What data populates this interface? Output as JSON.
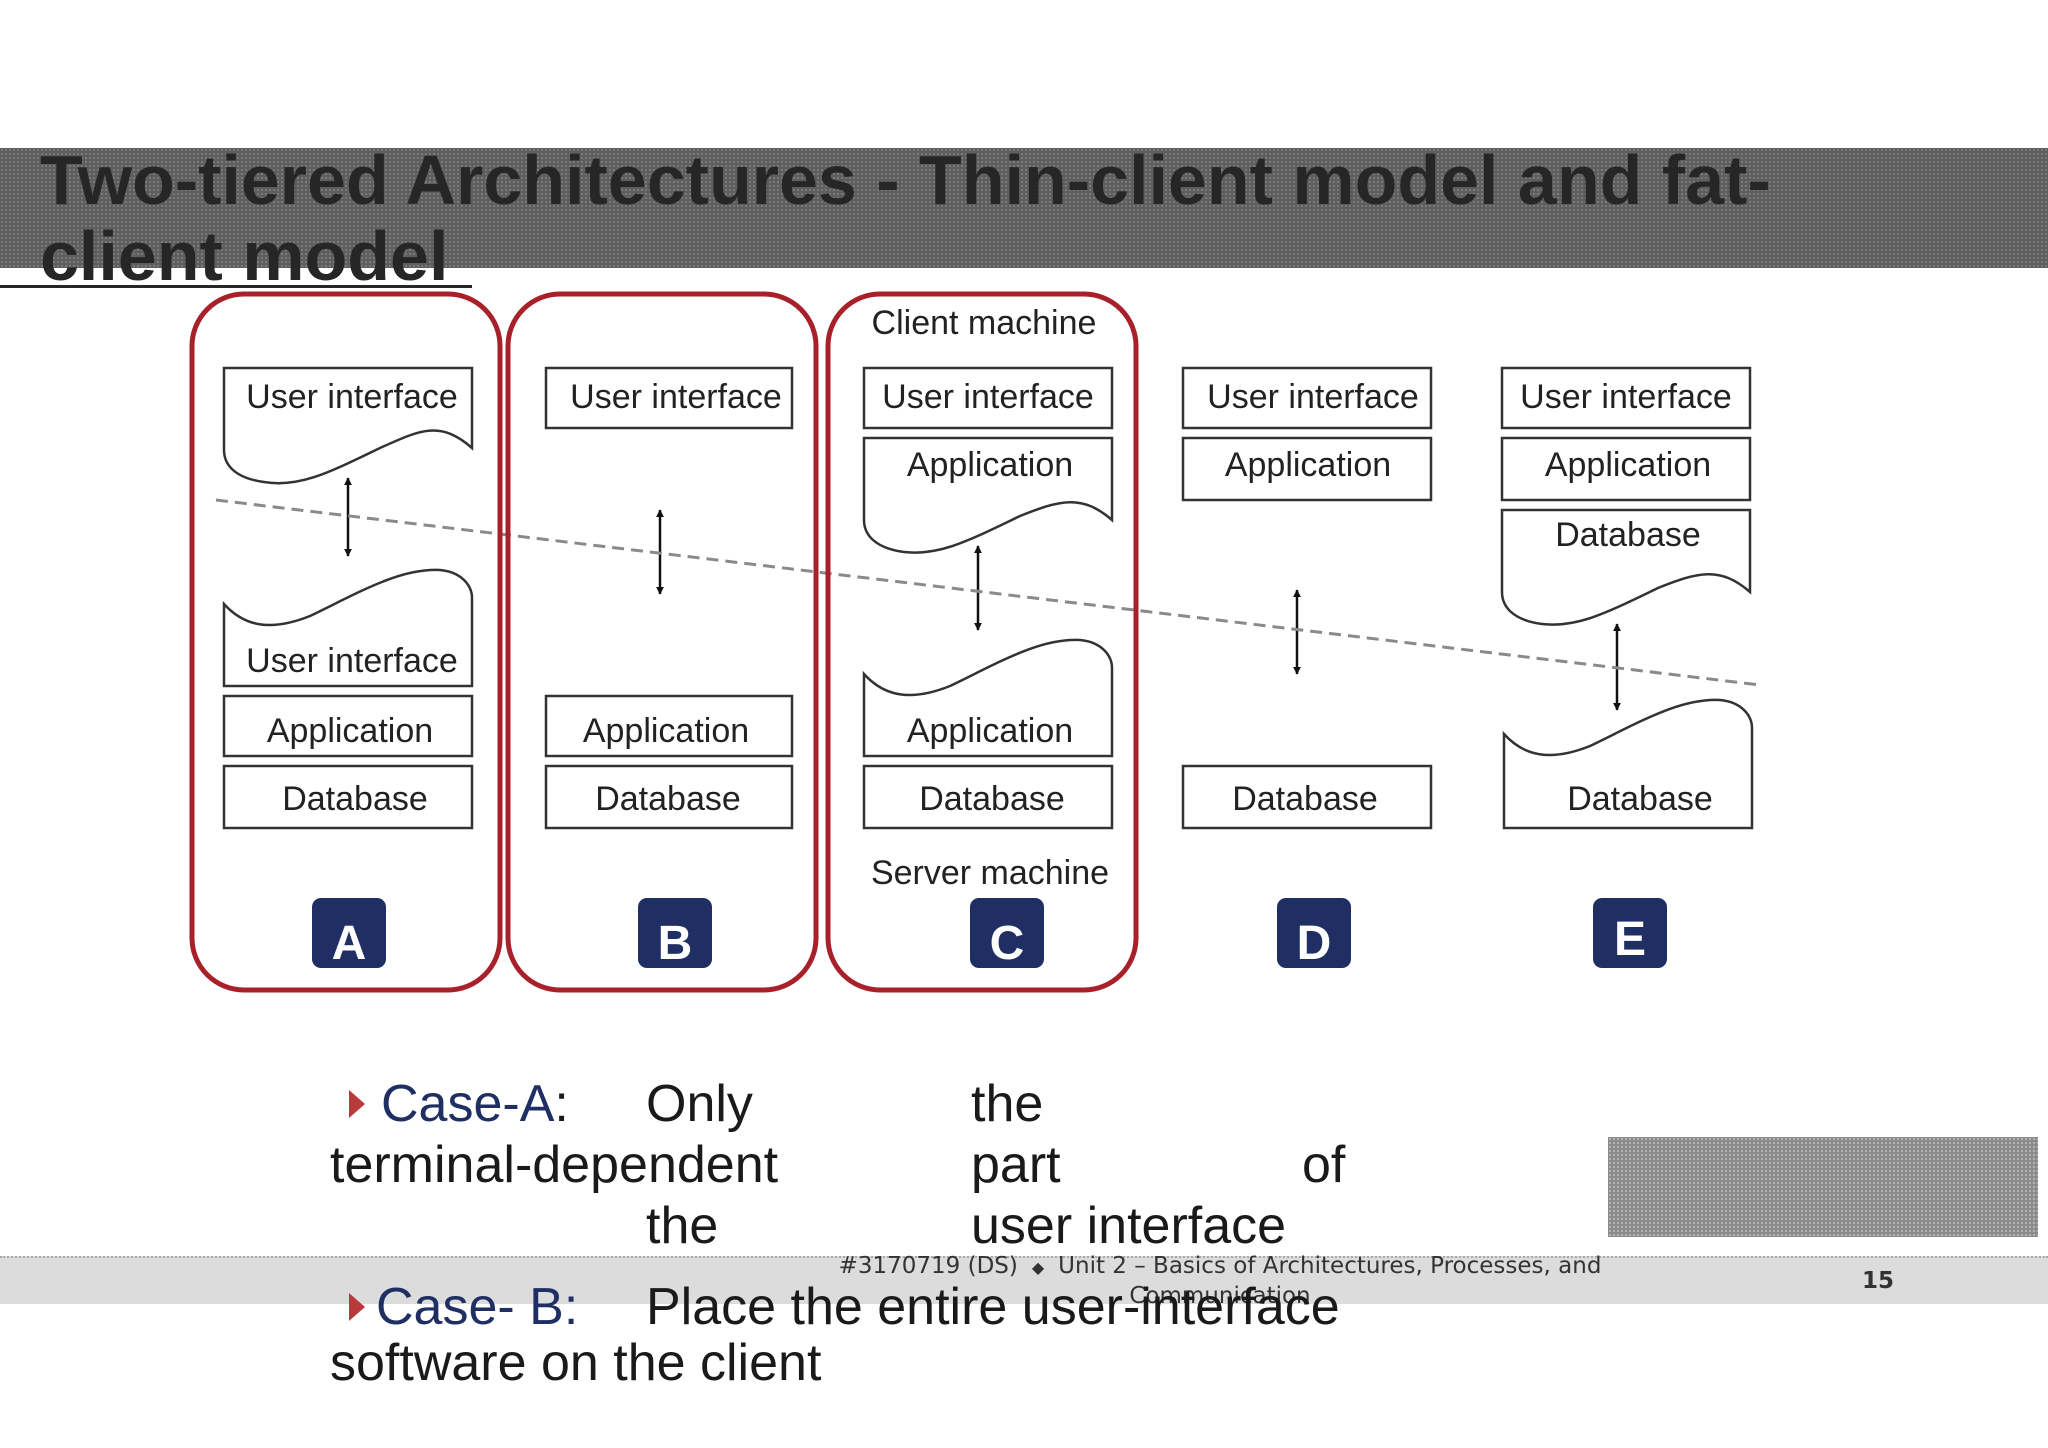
{
  "title": "Two-tiered Architectures - Thin-client model and fat-client model",
  "diagram": {
    "client_machine_label": "Client machine",
    "server_machine_label": "Server machine",
    "boxes": {
      "user_interface": "User interface",
      "application": "Application",
      "database": "Database"
    },
    "badges": [
      "A",
      "B",
      "C",
      "D",
      "E"
    ],
    "highlight_color": "#a8202a",
    "badge_color": "#1f2f63"
  },
  "cases": [
    {
      "label": "Case-A",
      "colon": ":",
      "words": [
        "Only",
        "the",
        "terminal-dependent",
        "part",
        "of",
        "the",
        "user interface"
      ]
    },
    {
      "label": "Case- B",
      "colon": ":",
      "words": [
        "Place the entire user-interface",
        "software on the client"
      ]
    }
  ],
  "footer": {
    "course": "#3170719 (DS)",
    "separator_icon": "diamond-icon",
    "unit_line1": "Unit 2 – Basics of Architectures, Processes, and",
    "unit_line2": "Communication",
    "page_number": "15"
  }
}
